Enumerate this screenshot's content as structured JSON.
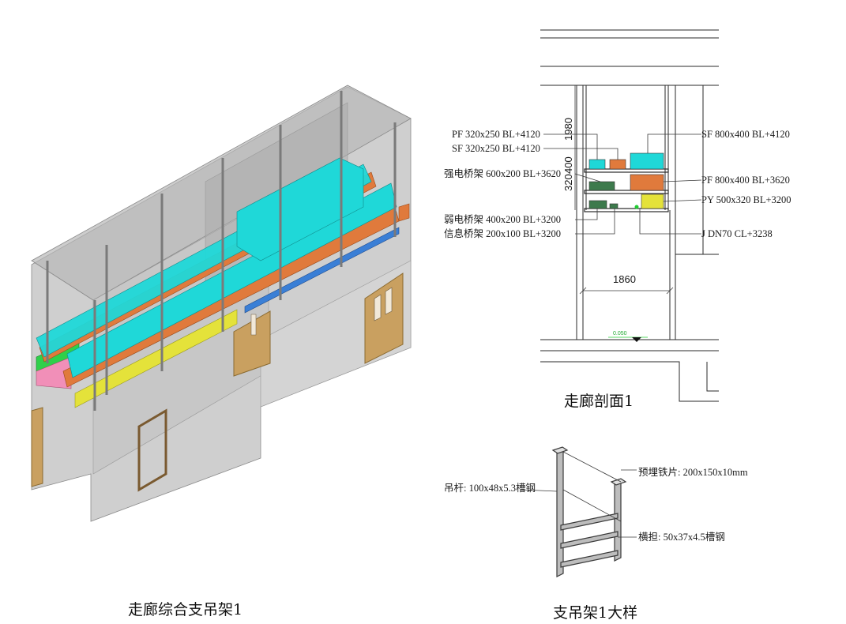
{
  "captions": {
    "model3d": "走廊综合支吊架1",
    "section": "走廊剖面1",
    "detail": "支吊架1大样"
  },
  "section_labels": {
    "pf_small": "PF 320x250 BL+4120",
    "sf_small": "SF 320x250 BL+4120",
    "strong_tray": "强电桥架 600x200 BL+3620",
    "weak_tray": "弱电桥架 400x200 BL+3200",
    "info_tray": "信息桥架 200x100 BL+3200",
    "sf_large": "SF 800x400 BL+4120",
    "pf_large": "PF 800x400 BL+3620",
    "py": "PY 500x320 BL+3200",
    "j": "J DN70 CL+3238"
  },
  "section_dims": {
    "height_top": "1980",
    "height_mid": "320",
    "height_low": "400",
    "width": "1860",
    "floor_level": "0.050"
  },
  "detail_labels": {
    "hanger_rod": "吊杆: 100x48x5.3槽钢",
    "embedded_plate": "预埋铁片: 200x150x10mm",
    "cross_arm": "横担: 50x37x4.5槽钢"
  },
  "colors": {
    "sf_cyan": "#1fd8d8",
    "pf_orange": "#e07a3c",
    "py_yellow": "#e4e23a",
    "tray_green": "#3d7a4c",
    "pipe_blue": "#3a7fd6",
    "wall_gray": "#c8c8c8",
    "door_wood": "#c9a060"
  }
}
